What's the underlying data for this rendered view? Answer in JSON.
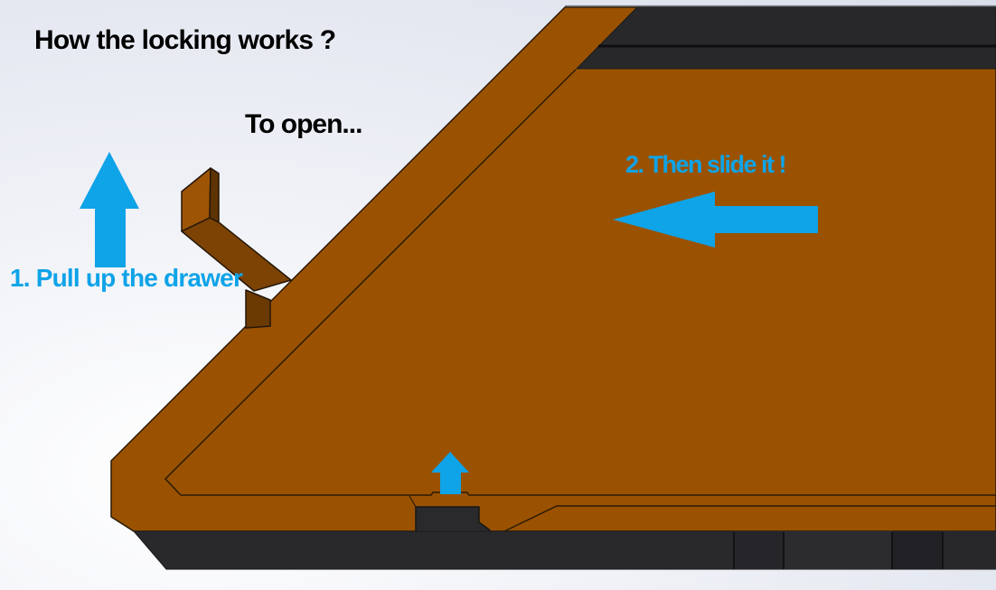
{
  "annotations": {
    "title": "How the locking works ?",
    "to_open": "To open...",
    "step1": "1. Pull up the drawer",
    "step2": "2. Then slide it !"
  },
  "icons": {
    "step1_arrow": "arrow-up",
    "step2_arrow": "arrow-left",
    "latch_arrow": "arrow-up"
  },
  "colors": {
    "accent_cyan": "#0FA3E8",
    "text_black": "#000000",
    "wood_main": "#9A5201",
    "wood_hook_light": "#9D5405",
    "wood_hook_side": "#5E3302",
    "wood_hook_arm": "#7C4305",
    "wood_hook_support": "#6B3A03",
    "cabinet_top_dark": "#28282B",
    "cabinet_bottom_dark": "#29292C",
    "latch_notch_dark": "#2A2A2D"
  }
}
